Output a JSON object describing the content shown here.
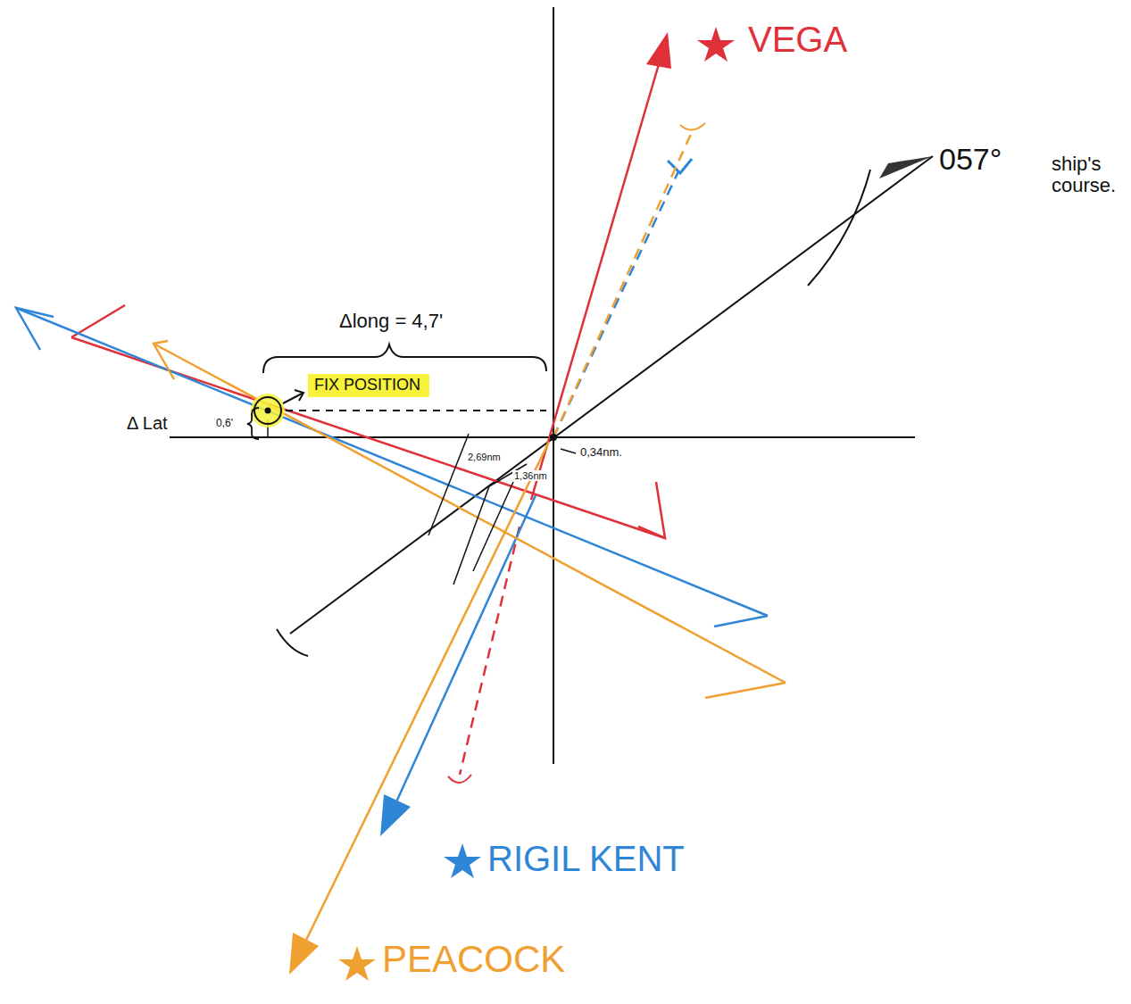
{
  "diagram": {
    "nodes": [
      {
        "text": [
          "FIX POSITION"
        ]
      }
    ],
    "labels": [
      "VEGA",
      "057°",
      "ship's course.",
      "Δlong = 4,7'",
      "Δ Lat",
      "0,6'",
      "2,69nm",
      "1,36nm",
      "0,34nm.",
      "RIGIL KENT",
      "PEACOCK"
    ]
  }
}
